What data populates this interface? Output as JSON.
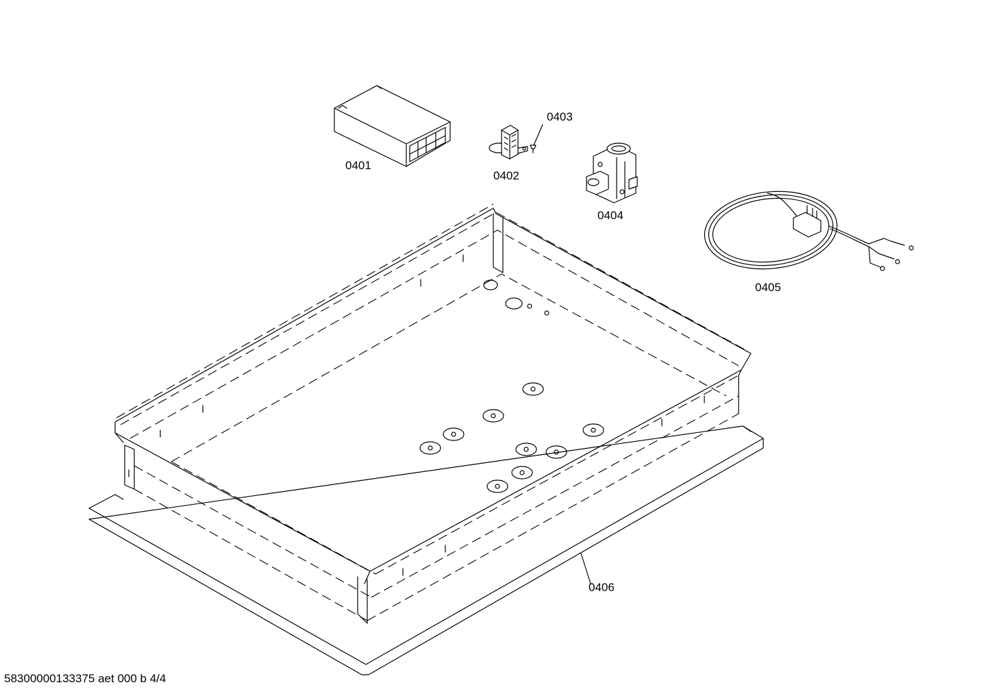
{
  "parts": [
    {
      "id": "0401",
      "label": "0401",
      "icon": "relay-box-icon"
    },
    {
      "id": "0402",
      "label": "0402",
      "icon": "terminal-block-icon"
    },
    {
      "id": "0403",
      "label": "0403",
      "icon": "screw-icon"
    },
    {
      "id": "0404",
      "label": "0404",
      "icon": "gas-regulator-icon"
    },
    {
      "id": "0405",
      "label": "0405",
      "icon": "power-cord-icon"
    },
    {
      "id": "0406",
      "label": "0406",
      "icon": "frame-seal-icon"
    }
  ],
  "footer": {
    "document_id": "58300000133375 aet 000 b 4/4"
  }
}
